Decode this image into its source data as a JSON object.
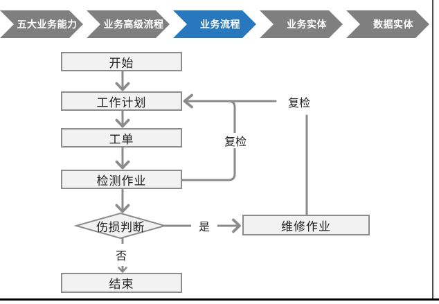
{
  "nav": {
    "items": [
      {
        "label": "五大业务能力",
        "active": false
      },
      {
        "label": "业务高级流程",
        "active": false
      },
      {
        "label": "业务流程",
        "active": true
      },
      {
        "label": "业务实体",
        "active": false
      },
      {
        "label": "数据实体",
        "active": false
      }
    ],
    "active_index": 2,
    "inactive_color": "#7f7f7f",
    "active_color": "#2878bd",
    "text_color": "#ffffff"
  },
  "flowchart": {
    "nodes": [
      {
        "id": "start",
        "label": "开始",
        "shape": "rect"
      },
      {
        "id": "work-plan",
        "label": "工作计划",
        "shape": "rect"
      },
      {
        "id": "work-order",
        "label": "工单",
        "shape": "rect"
      },
      {
        "id": "inspection-job",
        "label": "检测作业",
        "shape": "rect"
      },
      {
        "id": "damage-judgment",
        "label": "伤损判断",
        "shape": "diamond"
      },
      {
        "id": "repair-job",
        "label": "维修作业",
        "shape": "rect"
      },
      {
        "id": "end",
        "label": "结束",
        "shape": "rect"
      }
    ],
    "edges": [
      {
        "from": "start",
        "to": "work-plan",
        "label": ""
      },
      {
        "from": "work-plan",
        "to": "work-order",
        "label": ""
      },
      {
        "from": "work-order",
        "to": "inspection-job",
        "label": ""
      },
      {
        "from": "inspection-job",
        "to": "damage-judgment",
        "label": ""
      },
      {
        "from": "damage-judgment",
        "to": "repair-job",
        "label": "是"
      },
      {
        "from": "damage-judgment",
        "to": "end",
        "label": "否"
      },
      {
        "from": "inspection-job",
        "to": "work-plan",
        "label": "复检"
      },
      {
        "from": "repair-job",
        "to": "work-plan",
        "label": "复检"
      }
    ],
    "edge_labels": {
      "yes": "是",
      "no": "否",
      "recheck_inner": "复检",
      "recheck_outer": "复检"
    },
    "node_fill": "#f2f2f2",
    "node_border": "#8b8b8b",
    "connector_color": "#8b8b8b",
    "text_color": "#1f1f1f"
  }
}
